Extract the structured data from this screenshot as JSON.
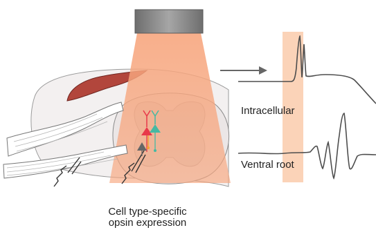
{
  "labels": {
    "intracellular": "Intracellular",
    "ventral_root": "Ventral root",
    "caption_line1": "Cell type-specific",
    "caption_line2": "opsin expression"
  },
  "colors": {
    "light_cone": "#f7a67e",
    "stim_window": "#fbd3b8",
    "tissue_fill": "#f3f0f0",
    "dorsal_column": "#b2463c",
    "gray_matter": "#dcd7d7",
    "neuron_red": "#e8384a",
    "neuron_green": "#45b9a3",
    "neuron_orange": "#f2a233",
    "neuron_gray": "#666666",
    "trace": "#4d4d4d",
    "arrow": "#666666",
    "light_source": "#8f8f8f"
  },
  "icons": [
    "fiber-optic-light-source-icon",
    "recording-electrode-icon",
    "neuron-icon",
    "right-arrow-icon"
  ]
}
